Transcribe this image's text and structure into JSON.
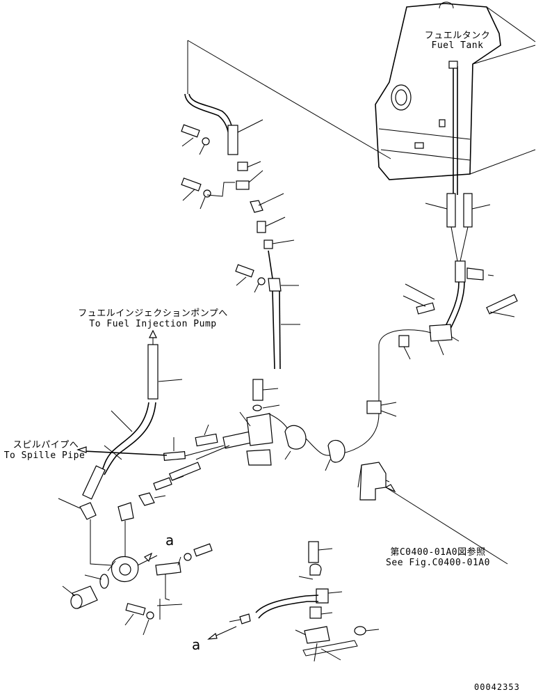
{
  "labels": {
    "fuel_tank_jp": "フュエルタンク",
    "fuel_tank_en": "Fuel Tank",
    "injection_pump_jp": "フュエルインジェクションポンプへ",
    "injection_pump_en": "To Fuel Injection Pump",
    "spill_pipe_jp": "スピルパイプへ",
    "spill_pipe_en": "To Spille Pipe",
    "see_fig_jp": "第C0400-01A0図参照",
    "see_fig_en": "See Fig.C0400-01A0"
  },
  "callouts": {
    "a_top": "a",
    "a_bottom": "a"
  },
  "drawing_number": "00042353"
}
